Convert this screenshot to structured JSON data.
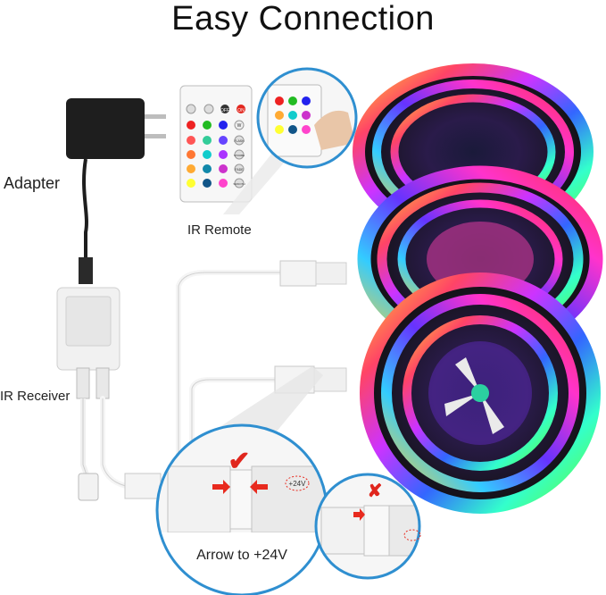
{
  "title": "Easy Connection",
  "labels": {
    "adapter": "Adapter",
    "ir_remote": "IR Remote",
    "ir_receiver": "IR Receiver",
    "arrow_caption": "Arrow to +24V"
  },
  "connector_marks": {
    "voltage": "+24V",
    "correct_symbol": "✔",
    "wrong_symbol": "✘"
  },
  "remote_buttons": {
    "off": "OFF",
    "on": "ON",
    "white": "W",
    "flash": "FLASH",
    "strobe": "STROBE",
    "fade": "FADE",
    "smooth": "SMOOTH"
  },
  "colors": {
    "accent_blue": "#2f8fd0",
    "check_red": "#e0261d",
    "arrow_red": "#e82a1e"
  }
}
